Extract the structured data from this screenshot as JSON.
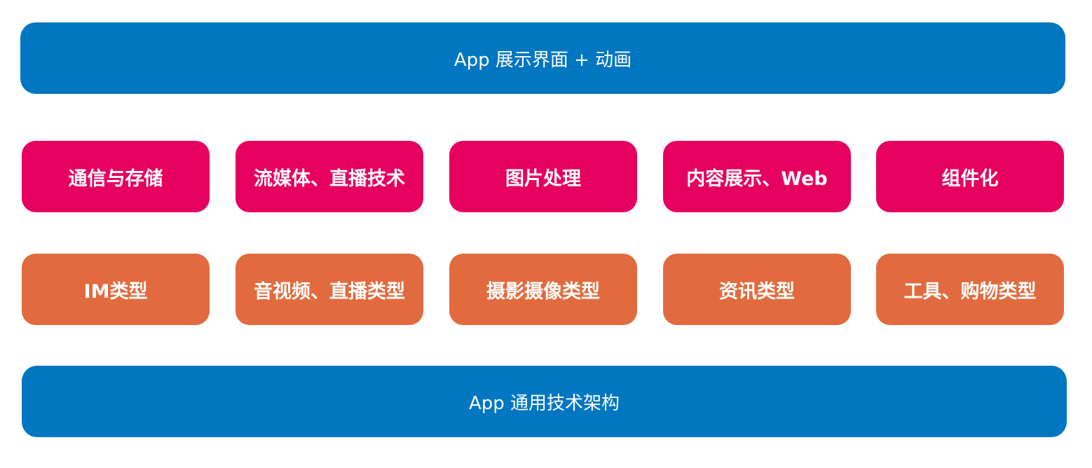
{
  "colors": {
    "top_bar": "#0176c1",
    "bottom_bar": "#0176c1",
    "tech_boxes": "#e6005f",
    "type_boxes": "#e16b3e",
    "text": "#ffffff"
  },
  "top_bar": {
    "label": "App 展示界面 + 动画"
  },
  "tech_row": [
    {
      "label": "通信与存储"
    },
    {
      "label": "流媒体、直播技术"
    },
    {
      "label": "图片处理"
    },
    {
      "label": "内容展示、Web"
    },
    {
      "label": "组件化"
    }
  ],
  "type_row": [
    {
      "label": "IM类型"
    },
    {
      "label": "音视频、直播类型"
    },
    {
      "label": "摄影摄像类型"
    },
    {
      "label": "资讯类型"
    },
    {
      "label": "工具、购物类型"
    }
  ],
  "bottom_bar": {
    "label": "App 通用技术架构"
  }
}
